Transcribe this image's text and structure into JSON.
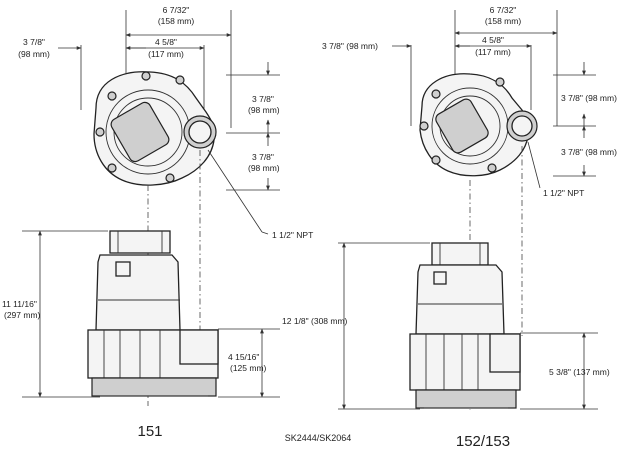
{
  "left_pump": {
    "top_width_dim": [
      "6 7/32\"",
      "(158 mm)"
    ],
    "inner_width_dim": [
      "4 5/8\"",
      "(117 mm)"
    ],
    "left_offset_dim": [
      "3 7/8\"",
      "(98 mm)"
    ],
    "right_upper_dim": [
      "3 7/8\"",
      "(98 mm)"
    ],
    "right_lower_dim": [
      "3 7/8\"",
      "(98 mm)"
    ],
    "npt_label": "1 1/2\" NPT",
    "height_dim": [
      "11 11/16\"",
      "(297 mm)"
    ],
    "base_height_dim": [
      "4 15/16\"",
      "(125 mm)"
    ],
    "model": "151"
  },
  "right_pump": {
    "top_width_dim": [
      "6 7/32\"",
      "(158 mm)"
    ],
    "inner_width_dim": [
      "4 5/8\"",
      "(117 mm)"
    ],
    "left_offset_dim": "3 7/8\" (98 mm)",
    "right_upper_dim": "3 7/8\" (98 mm)",
    "right_lower_dim": "3 7/8\" (98 mm)",
    "npt_label": "1 1/2\" NPT",
    "height_dim": "12 1/8\" (308 mm)",
    "base_height_dim": "5 3/8\" (137 mm)",
    "model": "152/153"
  },
  "drawing_code": "SK2444/SK2064",
  "icons": [
    "pump-top-view",
    "pump-side-view",
    "dimension-arrow"
  ]
}
